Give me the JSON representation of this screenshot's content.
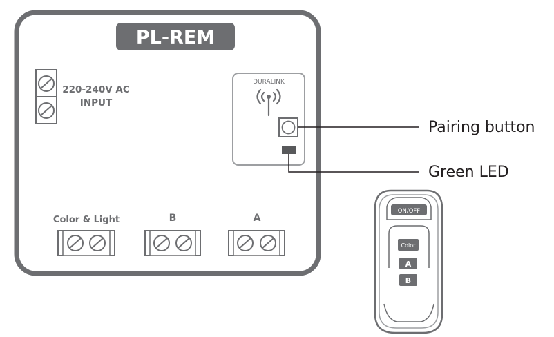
{
  "device": {
    "title": "PL-REM",
    "input_label_line1": "220-240V AC",
    "input_label_line2": "INPUT",
    "module_brand": "DURALINK",
    "terminals": [
      {
        "label": "Color & Light"
      },
      {
        "label": "B"
      },
      {
        "label": "A"
      }
    ]
  },
  "callouts": {
    "pairing_button": "Pairing button",
    "green_led": "Green LED"
  },
  "remote": {
    "on_off": "ON/OFF",
    "color": "Color",
    "a": "A",
    "b": "B"
  },
  "colors": {
    "outline": "#6d6e71",
    "module_outline": "#9d9fa2",
    "title_bg": "#6d6e71",
    "text_dark": "#231f20"
  }
}
